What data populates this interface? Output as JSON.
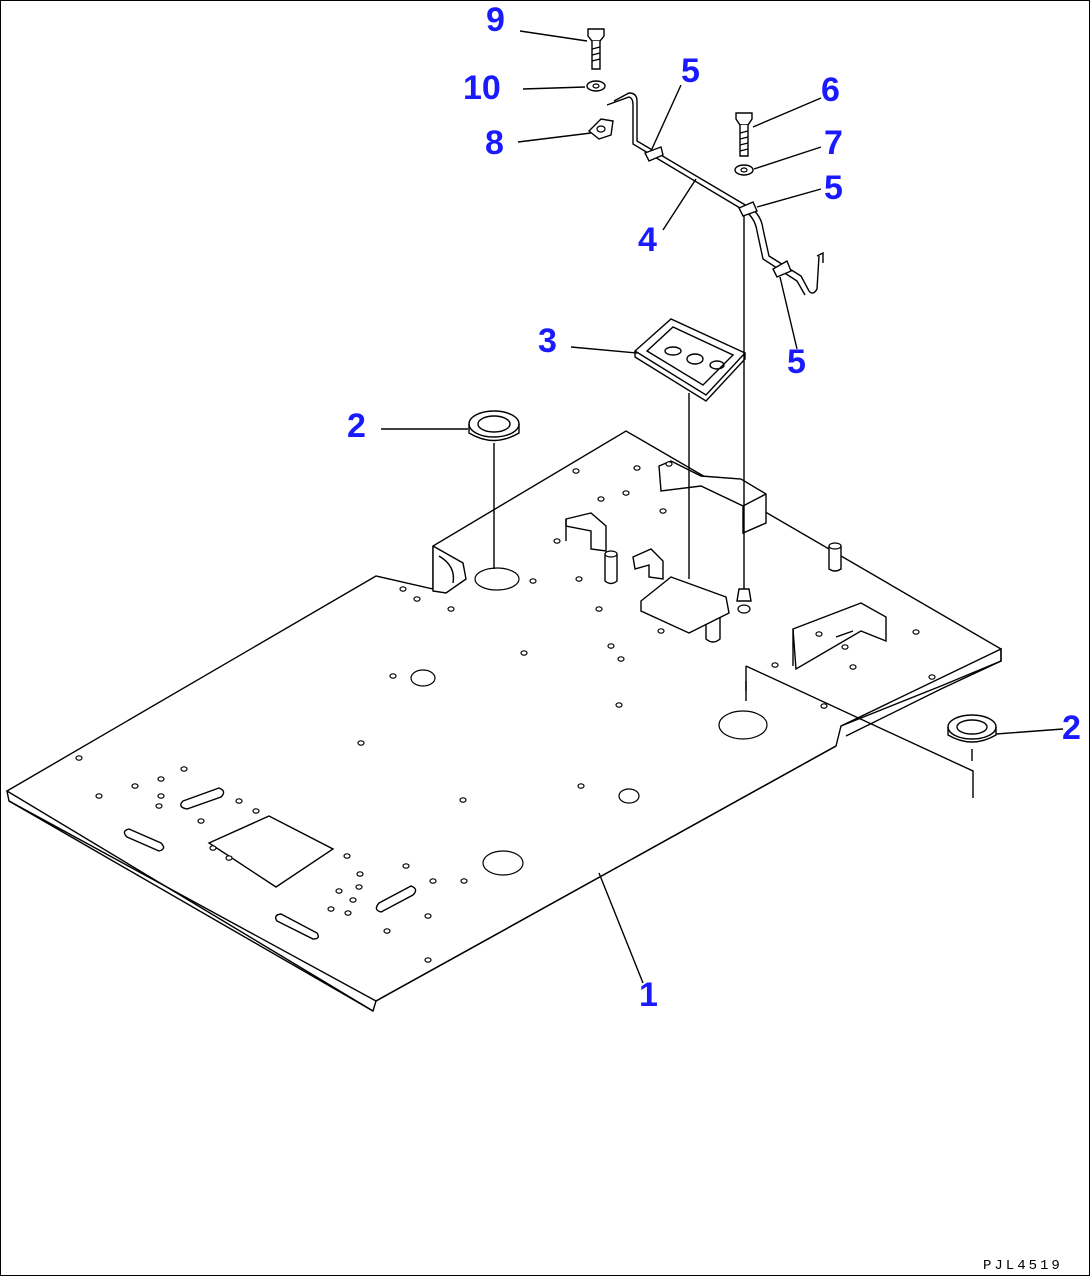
{
  "callouts": {
    "c9": "9",
    "c10": "10",
    "c8": "8",
    "c5a": "5",
    "c6": "6",
    "c7": "7",
    "c5b": "5",
    "c4": "4",
    "c3": "3",
    "c5c": "5",
    "c2a": "2",
    "c2b": "2",
    "c1": "1"
  },
  "drawing_code": "PJL4519",
  "colors": {
    "callout": "#1a1aff",
    "line": "#000000",
    "background": "#ffffff"
  }
}
